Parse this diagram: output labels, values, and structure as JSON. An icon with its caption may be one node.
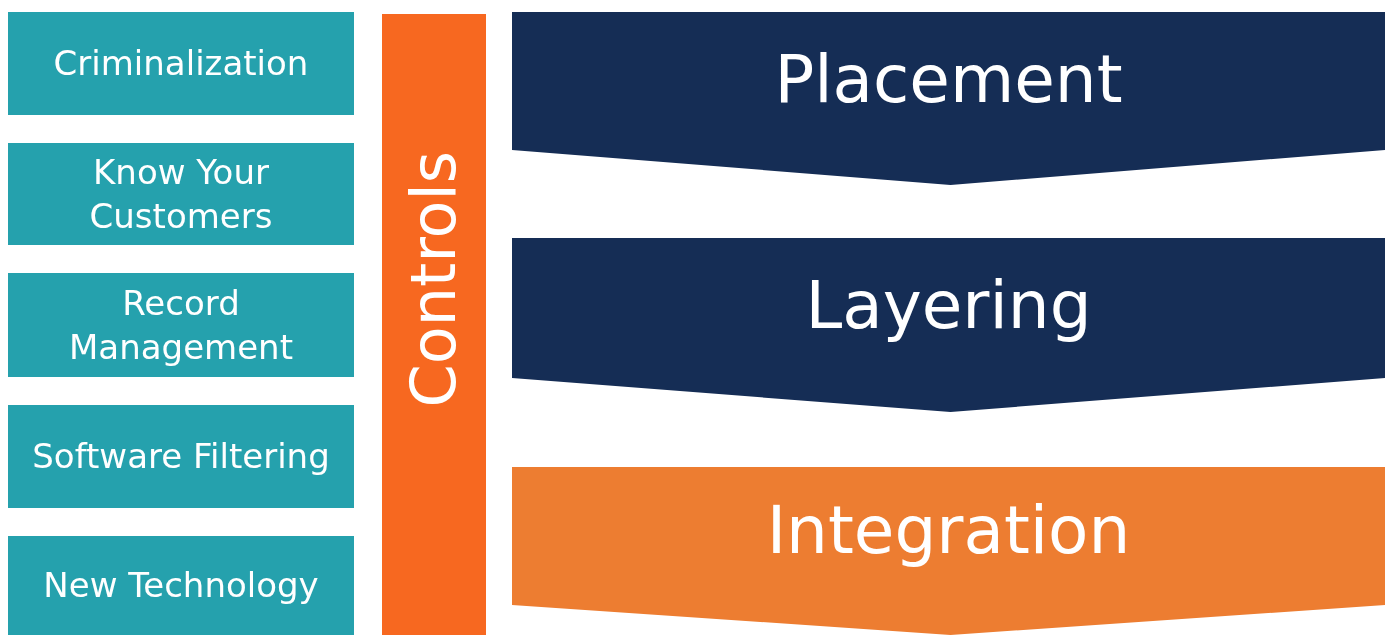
{
  "diagram": {
    "nodes": [
      {
        "text": [
          "Criminalization"
        ]
      },
      {
        "text": [
          "Know Your Customers"
        ]
      },
      {
        "text": [
          "Record Management"
        ]
      },
      {
        "text": [
          "Software Filtering"
        ]
      },
      {
        "text": [
          "New Technology"
        ]
      },
      {
        "text": [
          "Controls"
        ]
      },
      {
        "text": [
          "Placement"
        ]
      },
      {
        "text": [
          "Layering"
        ]
      },
      {
        "text": [
          "Integration"
        ]
      }
    ]
  }
}
